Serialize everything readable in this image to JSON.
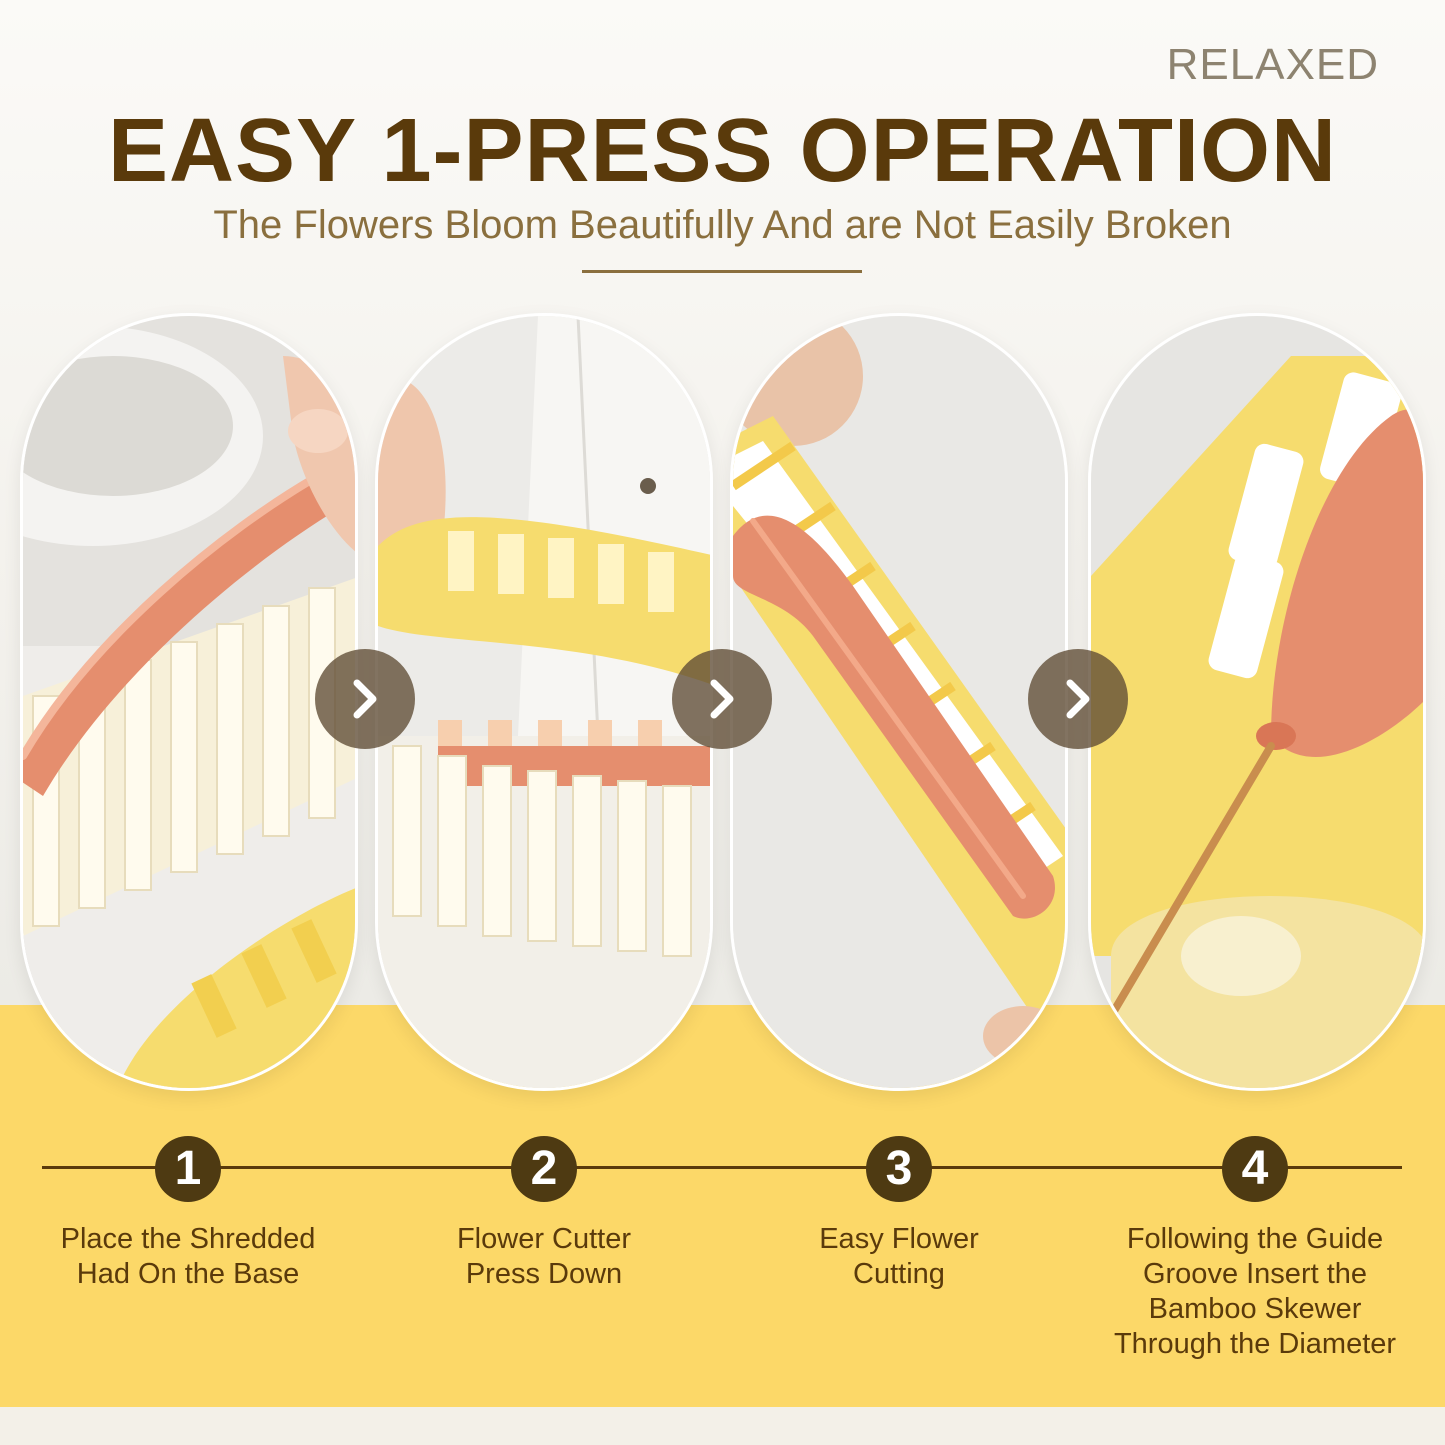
{
  "brand": "RELAXED",
  "headline": "EASY 1-PRESS OPERATION",
  "subheadline": "The Flowers Bloom Beautifully And are Not Easily Broken",
  "colors": {
    "brown": "#5a3a0b",
    "yellow": "#fcd868",
    "circle": "#4e3a12",
    "sausage": "#e58e6e",
    "cutter": "#f6dc6e"
  },
  "arrow_icon": "chevron-right-icon",
  "steps": [
    {
      "number": "1",
      "line1": "Place the Shredded",
      "line2": "Had On the Base",
      "line3": "",
      "line4": ""
    },
    {
      "number": "2",
      "line1": "Flower Cutter",
      "line2": "Press Down",
      "line3": "",
      "line4": ""
    },
    {
      "number": "3",
      "line1": "Easy Flower",
      "line2": "Cutting",
      "line3": "",
      "line4": ""
    },
    {
      "number": "4",
      "line1": "Following the Guide",
      "line2": "Groove Insert the",
      "line3": "Bamboo Skewer",
      "line4": "Through the Diameter"
    }
  ]
}
